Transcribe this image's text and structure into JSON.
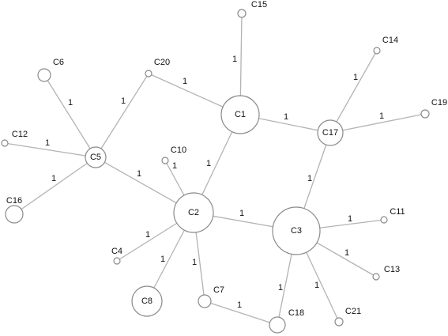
{
  "diagram": {
    "nodes": [
      {
        "id": "C1",
        "label": "C1"
      },
      {
        "id": "C2",
        "label": "C2"
      },
      {
        "id": "C3",
        "label": "C3"
      },
      {
        "id": "C4",
        "label": "C4"
      },
      {
        "id": "C5",
        "label": "C5"
      },
      {
        "id": "C6",
        "label": "C6"
      },
      {
        "id": "C7",
        "label": "C7"
      },
      {
        "id": "C8",
        "label": "C8"
      },
      {
        "id": "C10",
        "label": "C10"
      },
      {
        "id": "C11",
        "label": "C11"
      },
      {
        "id": "C12",
        "label": "C12"
      },
      {
        "id": "C13",
        "label": "C13"
      },
      {
        "id": "C14",
        "label": "C14"
      },
      {
        "id": "C15",
        "label": "C15"
      },
      {
        "id": "C16",
        "label": "C16"
      },
      {
        "id": "C17",
        "label": "C17"
      },
      {
        "id": "C18",
        "label": "C18"
      },
      {
        "id": "C19",
        "label": "C19"
      },
      {
        "id": "C20",
        "label": "C20"
      },
      {
        "id": "C21",
        "label": "C21"
      }
    ],
    "edges": [
      {
        "from": "C1",
        "to": "C15",
        "weight": "1"
      },
      {
        "from": "C1",
        "to": "C20",
        "weight": "1"
      },
      {
        "from": "C1",
        "to": "C17",
        "weight": "1"
      },
      {
        "from": "C1",
        "to": "C2",
        "weight": "1"
      },
      {
        "from": "C17",
        "to": "C14",
        "weight": "1"
      },
      {
        "from": "C17",
        "to": "C19",
        "weight": "1"
      },
      {
        "from": "C17",
        "to": "C3",
        "weight": "1"
      },
      {
        "from": "C5",
        "to": "C20",
        "weight": "1"
      },
      {
        "from": "C5",
        "to": "C6",
        "weight": "1"
      },
      {
        "from": "C5",
        "to": "C12",
        "weight": "1"
      },
      {
        "from": "C5",
        "to": "C16",
        "weight": "1"
      },
      {
        "from": "C5",
        "to": "C2",
        "weight": "1"
      },
      {
        "from": "C2",
        "to": "C10",
        "weight": "1"
      },
      {
        "from": "C2",
        "to": "C4",
        "weight": "1"
      },
      {
        "from": "C2",
        "to": "C8",
        "weight": "1"
      },
      {
        "from": "C2",
        "to": "C7",
        "weight": "1"
      },
      {
        "from": "C2",
        "to": "C3",
        "weight": "1"
      },
      {
        "from": "C7",
        "to": "C18",
        "weight": "1"
      },
      {
        "from": "C3",
        "to": "C11",
        "weight": "1"
      },
      {
        "from": "C3",
        "to": "C13",
        "weight": "1"
      },
      {
        "from": "C3",
        "to": "C21",
        "weight": "1"
      },
      {
        "from": "C3",
        "to": "C18",
        "weight": "1"
      }
    ]
  }
}
